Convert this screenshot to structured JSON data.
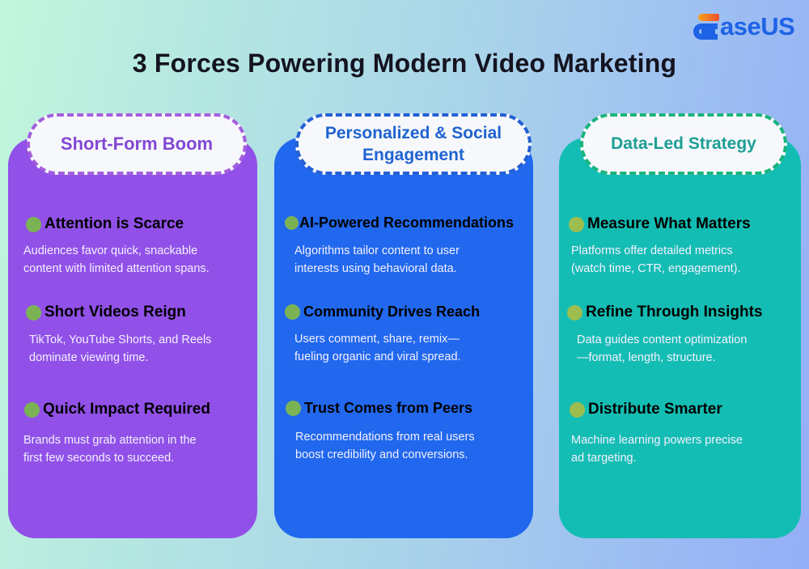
{
  "brand": {
    "logo_text": "aseUS",
    "logo_full": "EaseUS",
    "colors": {
      "blue": "#1e63e6",
      "orange": "#f7a21b",
      "red": "#ef4e2a"
    }
  },
  "title": "3 Forces Powering Modern Video Marketing",
  "columns": [
    {
      "heading": "Short-Form Boom",
      "color": "#9151e8",
      "items": [
        {
          "title": "Attention is Scarce",
          "lines": [
            "Audiences favor quick, snackable",
            "content with limited attention spans."
          ]
        },
        {
          "title": "Short Videos Reign",
          "lines": [
            "TikTok, YouTube Shorts, and Reels",
            "dominate viewing time."
          ]
        },
        {
          "title": "Quick Impact Required",
          "lines": [
            "Brands must grab attention in the",
            "first few seconds to succeed."
          ]
        }
      ]
    },
    {
      "heading_line1": "Personalized & Social",
      "heading_line2": "Engagement",
      "color": "#2168ee",
      "items": [
        {
          "title": "AI-Powered Recommendations",
          "lines": [
            "Algorithms tailor content to user",
            "interests using behavioral data."
          ]
        },
        {
          "title": "Community Drives Reach",
          "lines": [
            "Users comment, share, remix—",
            "fueling organic and viral spread."
          ]
        },
        {
          "title": "Trust Comes from Peers",
          "lines": [
            "Recommendations from real users",
            "boost credibility and conversions."
          ]
        }
      ]
    },
    {
      "heading": "Data-Led Strategy",
      "color": "#14bdb3",
      "items": [
        {
          "title": "Measure What Matters",
          "lines": [
            "Platforms offer detailed metrics",
            "(watch time, CTR, engagement)."
          ]
        },
        {
          "title": "Refine Through Insights",
          "lines": [
            "Data guides content optimization",
            "—format, length, structure."
          ]
        },
        {
          "title": "Distribute Smarter",
          "lines": [
            "Machine learning powers precise",
            "ad targeting."
          ]
        }
      ]
    }
  ]
}
